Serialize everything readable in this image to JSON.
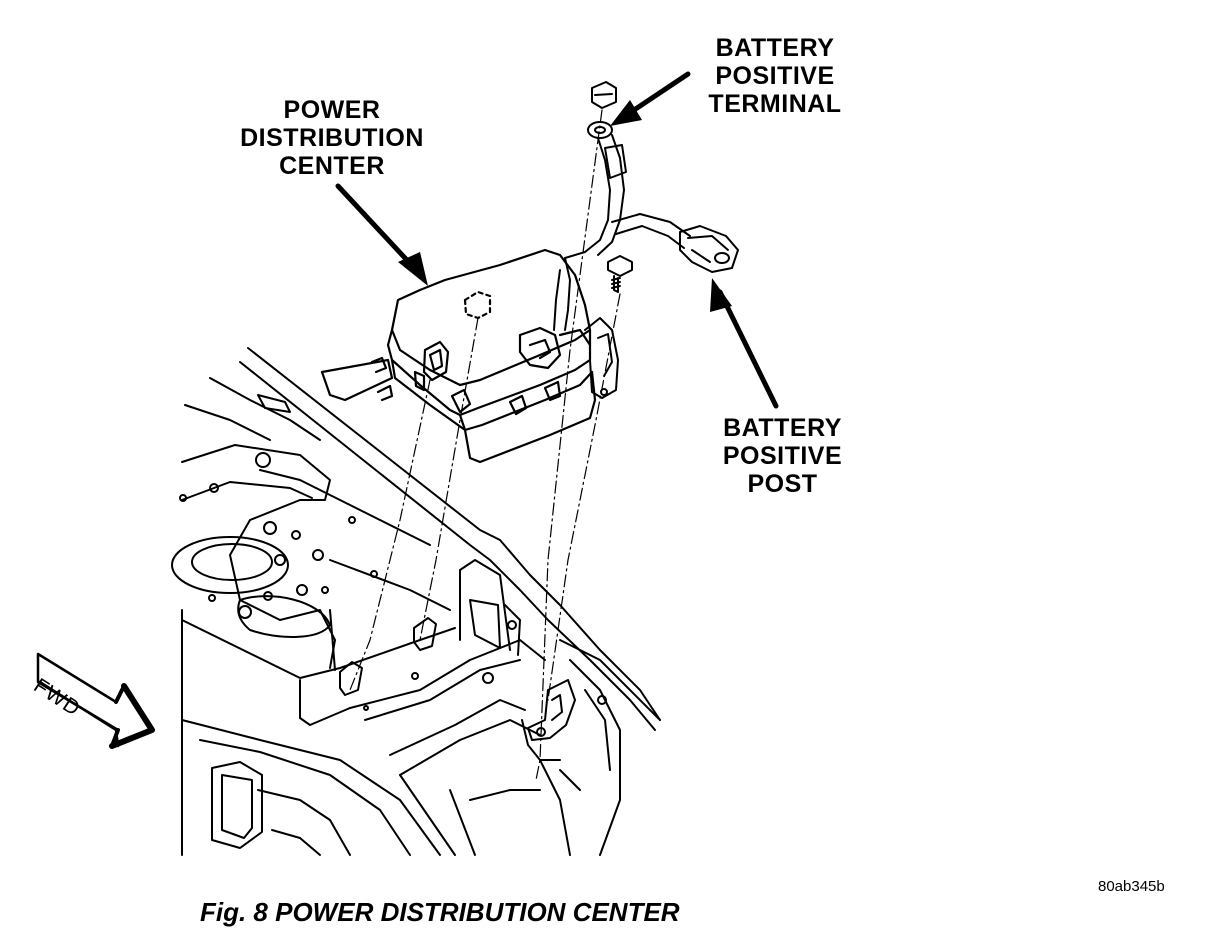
{
  "labels": {
    "power_distribution_center": [
      "POWER",
      "DISTRIBUTION",
      "CENTER"
    ],
    "battery_positive_terminal": [
      "BATTERY",
      "POSITIVE",
      "TERMINAL"
    ],
    "battery_positive_post": [
      "BATTERY",
      "POSITIVE",
      "POST"
    ]
  },
  "fwd_label": "FWD",
  "image_code": "80ab345b",
  "caption": "Fig. 8 POWER DISTRIBUTION CENTER",
  "colors": {
    "line": "#000000",
    "background": "#ffffff"
  }
}
